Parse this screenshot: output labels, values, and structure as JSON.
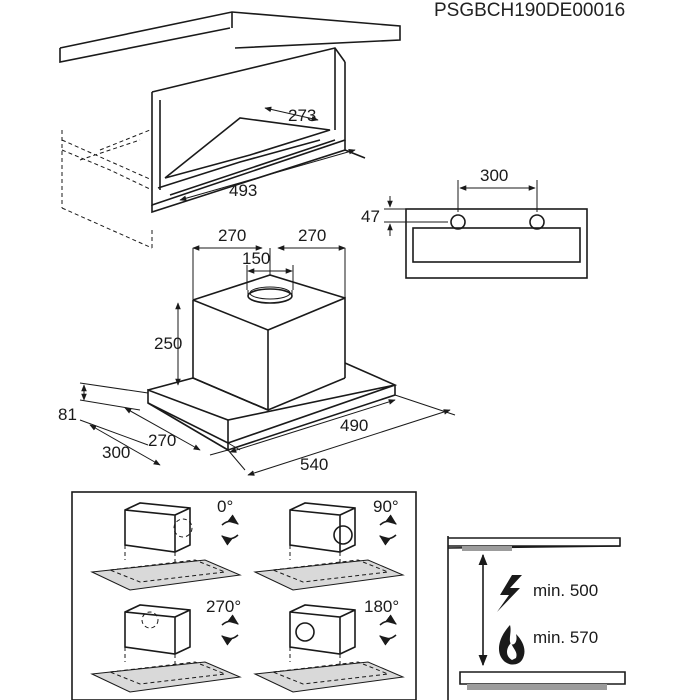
{
  "document_code": "PSGBCH190DE00016",
  "cabinet": {
    "depth": "273",
    "width": "493"
  },
  "front_view": {
    "hole_spacing": "300",
    "hole_height": "47"
  },
  "hood": {
    "offset_left": "270",
    "offset_right": "270",
    "duct_diameter": "150",
    "motor_height": "250",
    "panel_height": "81",
    "depth_total": "300",
    "depth_inner": "270",
    "width_inner": "490",
    "width_total": "540"
  },
  "rotations": [
    {
      "label": "0°"
    },
    {
      "label": "90°"
    },
    {
      "label": "270°"
    },
    {
      "label": "180°"
    }
  ],
  "clearance": {
    "electric_label": "min. 500",
    "gas_label": "min. 570"
  },
  "icons": [
    "electric-hob-icon",
    "gas-flame-icon",
    "rotate-arrows-icon"
  ]
}
